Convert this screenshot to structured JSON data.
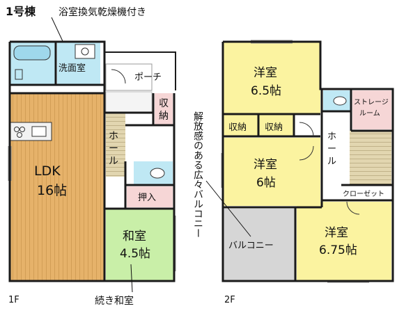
{
  "colors": {
    "wall": "#1a1a1a",
    "ldk": "#e6b26a",
    "ldk_stripe": "#c9954d",
    "bath": "#bfe8f4",
    "washitsu": "#c9efa8",
    "yellow_room": "#fbf3a0",
    "pink": "#f6d6d6",
    "balcony": "#d6d6d6",
    "stair": "#e2d6b0",
    "corridor": "#ffffff"
  },
  "title": {
    "building": "1号棟",
    "bath_note": "浴室換気乾燥機付き"
  },
  "floor1": {
    "label": "1F",
    "senmenshitsu": "洗面室",
    "porch": "ポーチ",
    "shuno": "収納",
    "hall": "ホール",
    "ldk_line1": "LDK",
    "ldk_line2": "16帖",
    "oshiire": "押入",
    "washitsu_line1": "和室",
    "washitsu_line2": "4.5帖",
    "annotation": "続き和室"
  },
  "floor2": {
    "label": "2F",
    "youshitsu_a_line1": "洋室",
    "youshitsu_a_line2": "6.5帖",
    "shuno_left": "収納",
    "shuno_right": "収納",
    "youshitsu_b_line1": "洋室",
    "youshitsu_b_line2": "6帖",
    "balcony": "バルコニー",
    "youshitsu_c_line1": "洋室",
    "youshitsu_c_line2": "6.75帖",
    "storage_line1": "ストレージ",
    "storage_line2": "ルーム",
    "closet": "クローゼット",
    "hall": "ホール",
    "annotation": "解放感のある広々バルコニー"
  }
}
